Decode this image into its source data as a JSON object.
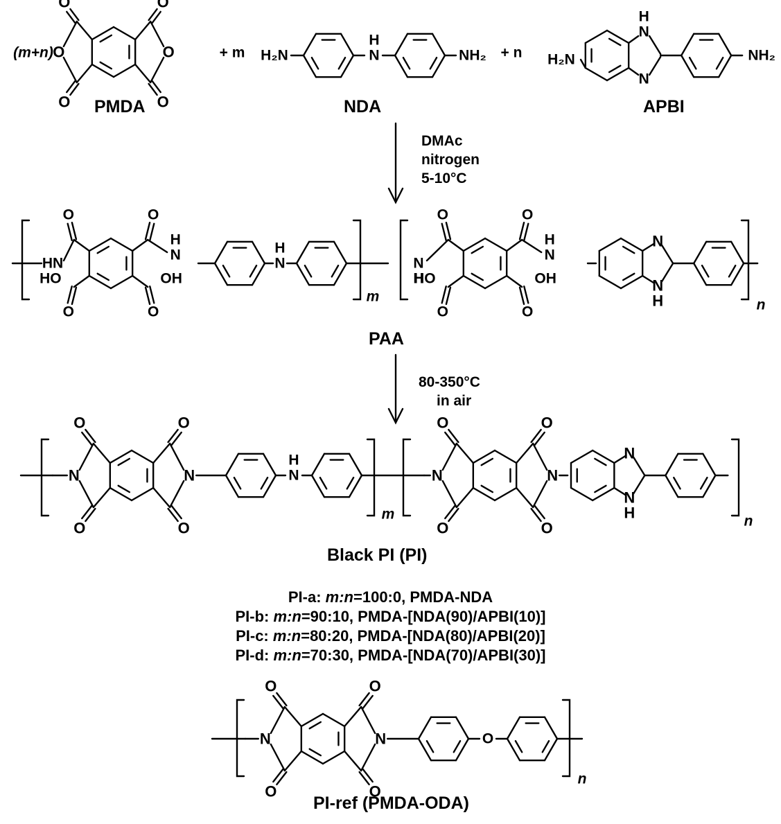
{
  "reactants": {
    "pmda": {
      "coefficient": "(m+n)",
      "label": "PMDA"
    },
    "plus1": "+ m",
    "nda": {
      "label": "NDA"
    },
    "plus2": "+ n",
    "apbi": {
      "label": "APBI"
    }
  },
  "step1": {
    "conditions": [
      "DMAc",
      "nitrogen",
      "5-10°C"
    ]
  },
  "intermediate": {
    "label": "PAA",
    "sub_m": "m",
    "sub_n": "n"
  },
  "step2": {
    "conditions": [
      "80-350°C",
      "in air"
    ]
  },
  "product": {
    "label": "Black PI (PI)",
    "sub_m": "m",
    "sub_n": "n"
  },
  "compositions": [
    {
      "name": "PI-a:",
      "ratio_label": "m:n",
      "ratio": "=100:0,",
      "desc": "PMDA-NDA"
    },
    {
      "name": "PI-b:",
      "ratio_label": "m:n",
      "ratio": "=90:10,",
      "desc": "PMDA-[NDA(90)/APBI(10)]"
    },
    {
      "name": "PI-c:",
      "ratio_label": "m:n",
      "ratio": "=80:20,",
      "desc": "PMDA-[NDA(80)/APBI(20)]"
    },
    {
      "name": "PI-d:",
      "ratio_label": "m:n",
      "ratio": "=70:30,",
      "desc": "PMDA-[NDA(70)/APBI(30)]"
    }
  ],
  "reference": {
    "label": "PI-ref (PMDA-ODA)",
    "sub_n": "n"
  },
  "atoms": {
    "H": "H",
    "N": "N",
    "O": "O",
    "NH": "NH",
    "HN": "HN",
    "HO": "HO",
    "OH": "OH",
    "H2N": "H₂N",
    "NH2": "NH₂"
  }
}
